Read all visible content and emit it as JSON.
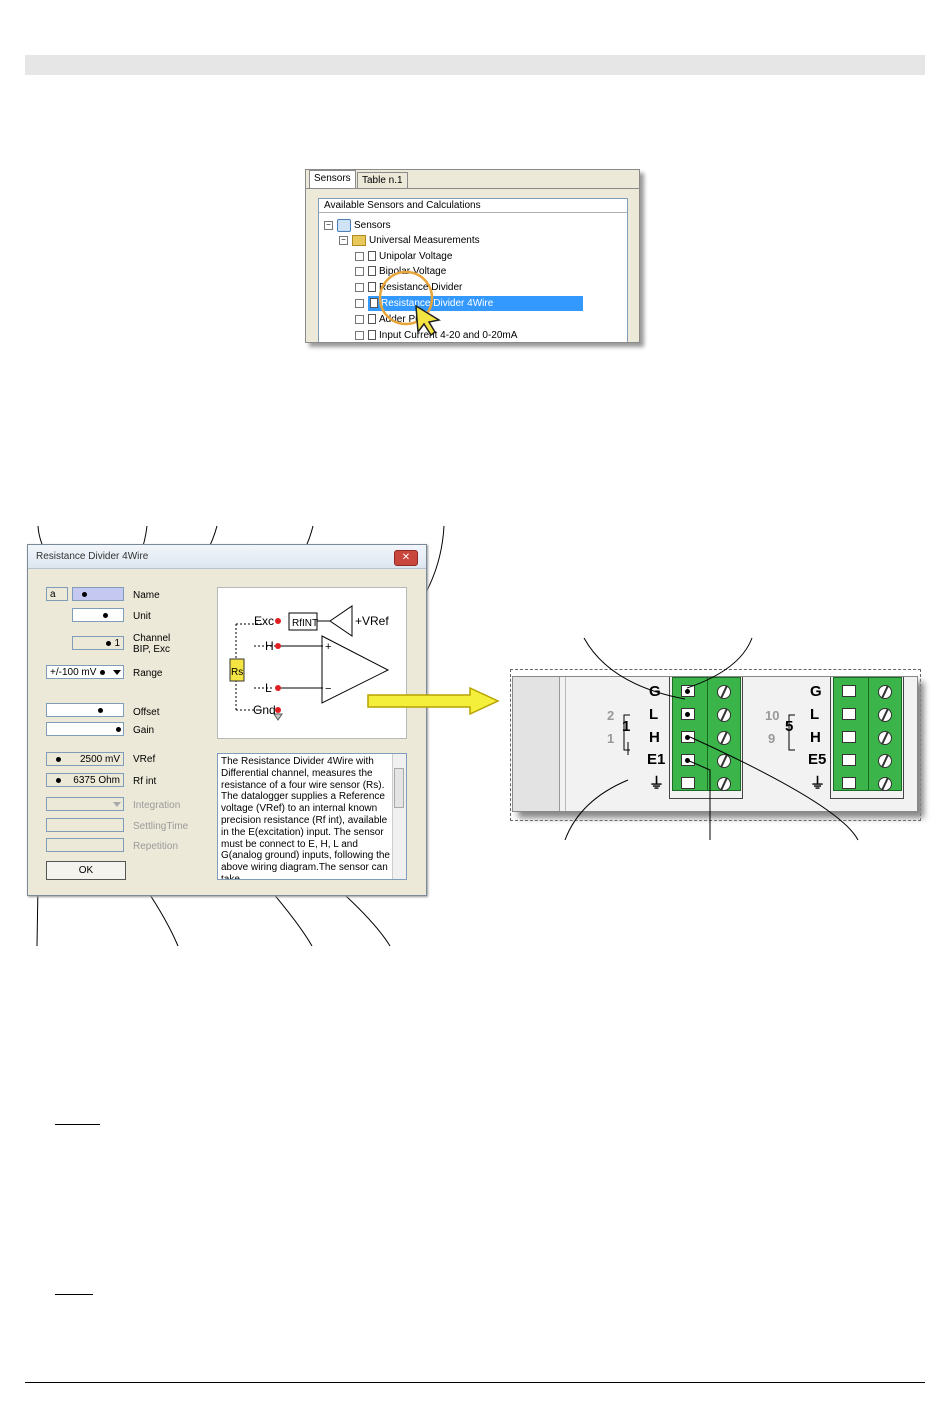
{
  "sensors_panel": {
    "tabs": [
      "Sensors",
      "Table n.1"
    ],
    "header": "Available Sensors and Calculations",
    "root": "Sensors",
    "group": "Universal Measurements",
    "items": [
      "Unipolar Voltage",
      "Bipolar Voltage",
      "Resistance Divider",
      "Resistance Divider 4Wire",
      "Adder Pulse",
      "Input Current 4-20 and 0-20mA"
    ],
    "selected_index": 3,
    "box_minus": "−"
  },
  "dialog": {
    "title": "Resistance Divider 4Wire",
    "close_label": "✕",
    "id_value": "a",
    "name_label": "Name",
    "unit_label": "Unit",
    "channel_value": "1",
    "channel_label": "Channel",
    "bip_label": "BIP, Exc",
    "range_value": "+/-100 mV",
    "range_label": "Range",
    "offset_label": "Offset",
    "gain_label": "Gain",
    "vref_value": "2500 mV",
    "vref_label": "VRef",
    "rfint_value": "6375 Ohm",
    "rfint_label": "Rf int",
    "integration_label": "Integration",
    "settling_label": "SettlingTime",
    "repetition_label": "Repetition",
    "ok_label": "OK",
    "description": "The Resistance Divider 4Wire with Differential channel, measures the resistance of a four wire sensor (Rs). The datalogger supplies a Reference voltage (VRef) to an internal known precision resistance (Rf int), available in the E(excitation) input. The sensor must be connect to E, H, L and G(analog ground) inputs, following the above wiring diagram.The sensor can take",
    "diagram": {
      "exc": "Exc",
      "h": "H",
      "l": "L",
      "gnd": "Gnd",
      "rf": "RfINT",
      "vref": "+VRef",
      "rs": "Rs",
      "plus": "+",
      "minus": "−"
    }
  },
  "terminal_block": {
    "left_labels": [
      "G",
      "L",
      "H",
      "E1"
    ],
    "right_labels": [
      "G",
      "L",
      "H",
      "E5"
    ],
    "left_channel": "1",
    "left_pins": [
      "2",
      "1"
    ],
    "right_channel": "5",
    "right_pins": [
      "10",
      "9"
    ],
    "ground_symbol": "⏚"
  }
}
